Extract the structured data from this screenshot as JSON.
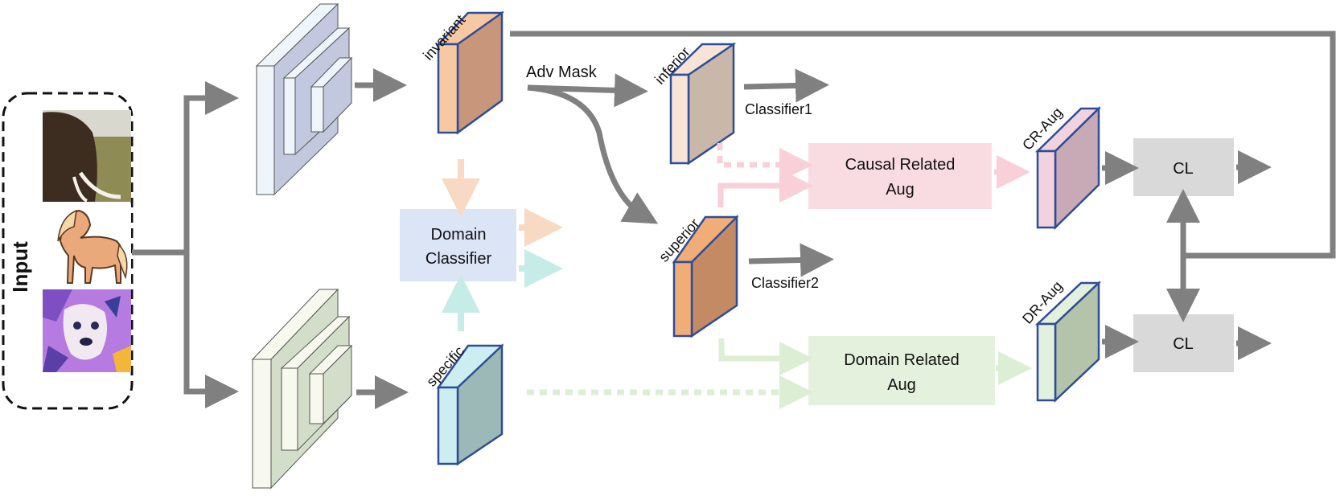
{
  "input": {
    "label": "Input"
  },
  "features": {
    "invariant": "invariant",
    "specific": "specific",
    "inferior": "inferior",
    "superior": "superior",
    "cr_aug": "CR-Aug",
    "dr_aug": "DR-Aug"
  },
  "labels": {
    "adv_mask": "Adv Mask",
    "classifier1": "Classifier1",
    "classifier2": "Classifier2"
  },
  "boxes": {
    "domain_classifier": [
      "Domain",
      "Classifier"
    ],
    "causal_aug": [
      "Causal Related",
      "Aug"
    ],
    "domain_aug": [
      "Domain Related",
      "Aug"
    ],
    "cl_top": "CL",
    "cl_bottom": "CL"
  },
  "colors": {
    "arrow": "#808080",
    "cube_border": "#2e4d96",
    "invariant_front": "#f6c9a3",
    "invariant_side": "#c8967a",
    "specific_front": "#cdeef0",
    "specific_side": "#9cb9b8",
    "inferior_front": "#f8e3d7",
    "inferior_side": "#c9b7aa",
    "superior_front": "#f0ad78",
    "superior_side": "#c38a64",
    "craug_front": "#f3d2e0",
    "craug_side": "#c8aab6",
    "draug_front": "#e2f0de",
    "draug_side": "#b3c4aa",
    "domain_classifier_bg": "#dce5f5",
    "causal_aug_bg": "#f9dce1",
    "domain_aug_bg": "#e4f1dd",
    "cl_bg": "#d9d9d9",
    "enc_top_front": "#eef5fb",
    "enc_top_side": "#c2c8de",
    "enc_bot_front": "#f7f9ee",
    "enc_bot_side": "#d2dec9"
  },
  "images": [
    "elephant-image",
    "horse-image",
    "dog-painting-image"
  ]
}
